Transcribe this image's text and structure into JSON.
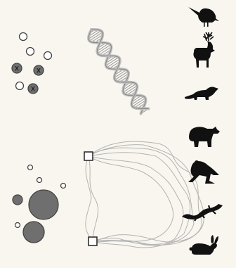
{
  "panels": {
    "top": {
      "circle_mark": "X",
      "circles": [
        {
          "filled": false,
          "marked": false
        },
        {
          "filled": false,
          "marked": false
        },
        {
          "filled": false,
          "marked": false
        },
        {
          "filled": true,
          "marked": true
        },
        {
          "filled": true,
          "marked": true
        },
        {
          "filled": false,
          "marked": false
        },
        {
          "filled": true,
          "marked": true
        }
      ],
      "center_icon": "dna-double-helix-icon"
    },
    "bottom": {
      "circles": [
        {
          "filled": false
        },
        {
          "filled": false
        },
        {
          "filled": false
        },
        {
          "filled": true
        },
        {
          "filled": true
        },
        {
          "filled": false
        },
        {
          "filled": true
        }
      ],
      "center_icon": "tangled-network-lines"
    }
  },
  "animals": [
    {
      "name": "bird",
      "icon": "bird-silhouette-icon"
    },
    {
      "name": "deer",
      "icon": "deer-silhouette-icon"
    },
    {
      "name": "ferret",
      "icon": "ferret-silhouette-icon"
    },
    {
      "name": "bear",
      "icon": "bear-silhouette-icon"
    },
    {
      "name": "frog",
      "icon": "frog-silhouette-icon"
    },
    {
      "name": "salamander",
      "icon": "salamander-silhouette-icon"
    },
    {
      "name": "rabbit",
      "icon": "rabbit-silhouette-icon"
    }
  ],
  "colors": {
    "background": "#f8f6ee",
    "circle_fill": "#6f6f6f",
    "outline": "#444444",
    "dna_strand": "#c4c4c4",
    "lines": "#b3b3b3",
    "silhouette": "#111111"
  }
}
